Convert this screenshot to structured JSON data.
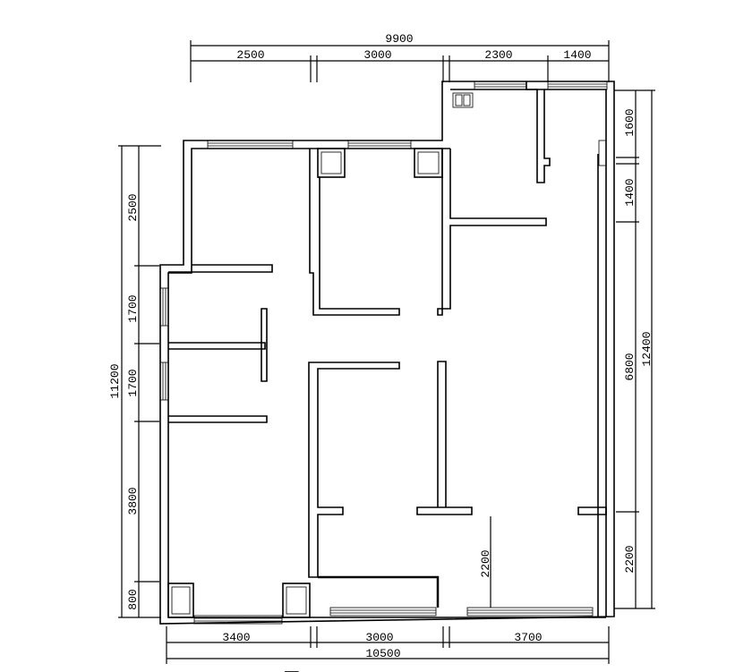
{
  "top_dims": {
    "overall": "9900",
    "segments": [
      "2500",
      "3000",
      "2300",
      "1400"
    ]
  },
  "bottom_dims": {
    "overall": "10500",
    "segments": [
      "3400",
      "3000",
      "3700"
    ]
  },
  "left_dims": {
    "overall": "11200",
    "segments": [
      "2500",
      "1700",
      "1700",
      "3800",
      "800"
    ]
  },
  "right_dims": {
    "overall": "12400",
    "segments": [
      "1600",
      "1400",
      "6800",
      "2200"
    ]
  },
  "interior_dims": {
    "corridor": "2200"
  }
}
